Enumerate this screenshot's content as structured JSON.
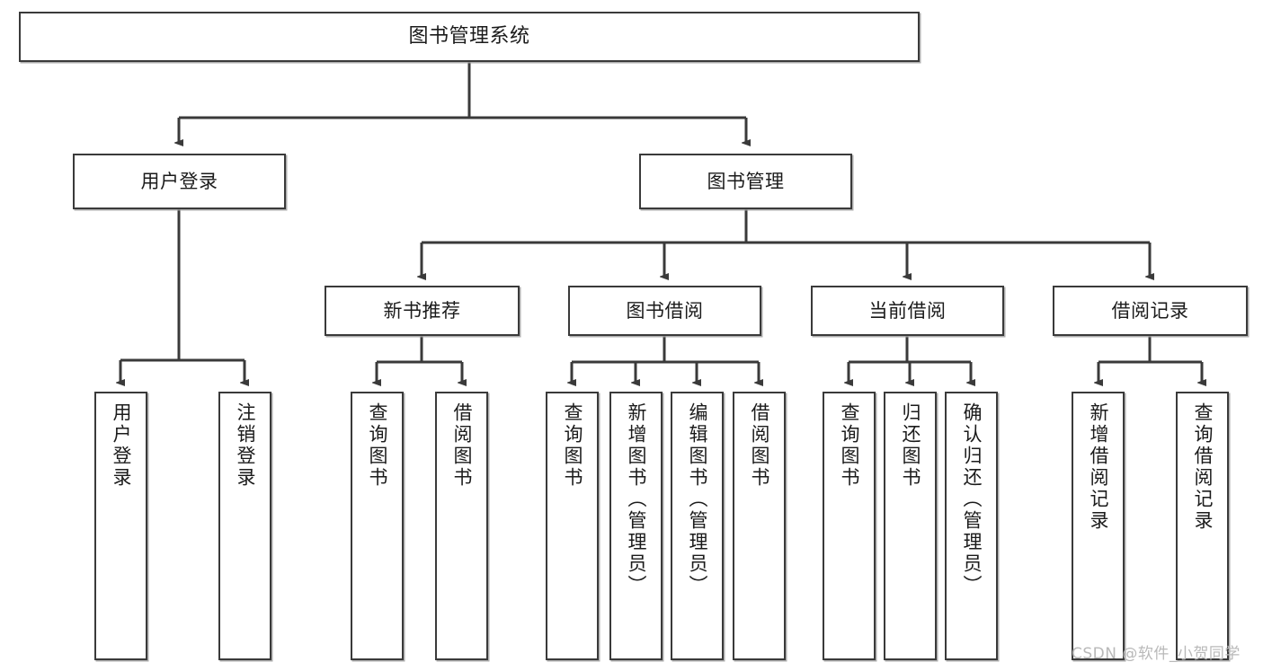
{
  "diagram": {
    "title": "图书管理系统",
    "type": "hierarchy-tree",
    "stroke_color": "#3a3a3a",
    "fill_color": "#ffffff",
    "text_color": "#1b1b1b",
    "nodes": {
      "root": {
        "label": "图书管理系统"
      },
      "level2": [
        {
          "label": "用户登录"
        },
        {
          "label": "图书管理"
        }
      ],
      "level3": [
        {
          "label": "新书推荐"
        },
        {
          "label": "图书借阅"
        },
        {
          "label": "当前借阅"
        },
        {
          "label": "借阅记录"
        }
      ],
      "leaves": {
        "user_login": [
          {
            "label": "用户登录"
          },
          {
            "label": "注销登录"
          }
        ],
        "new_book": [
          {
            "label": "查询图书"
          },
          {
            "label": "借阅图书"
          }
        ],
        "book_borrow": [
          {
            "label": "查询图书"
          },
          {
            "label": "新增图书（管理员）"
          },
          {
            "label": "编辑图书（管理员）"
          },
          {
            "label": "借阅图书"
          }
        ],
        "current_borrow": [
          {
            "label": "查询图书"
          },
          {
            "label": "归还图书"
          },
          {
            "label": "确认归还（管理员）"
          }
        ],
        "borrow_record": [
          {
            "label": "新增借阅记录"
          },
          {
            "label": "查询借阅记录"
          }
        ]
      }
    },
    "watermark": "CSDN @软件_小贺同学"
  }
}
